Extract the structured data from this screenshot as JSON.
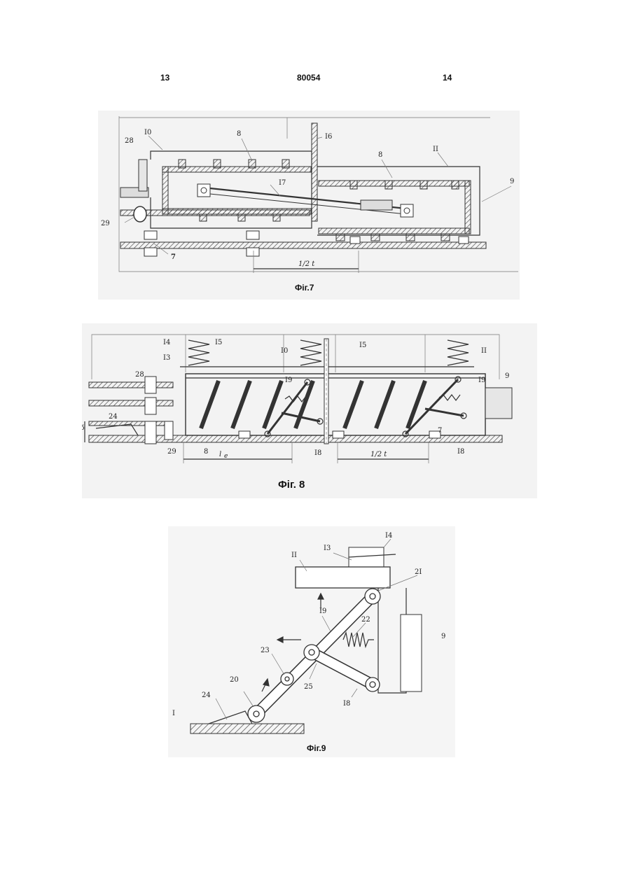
{
  "header": {
    "left": "13",
    "center": "80054",
    "right": "14"
  },
  "figures": [
    {
      "caption": "Фіг.7",
      "labels": {
        "l10": "I0",
        "l28": "28",
        "l8a": "8",
        "l16": "I6",
        "l8b": "8",
        "l11": "II",
        "l17": "I7",
        "l9": "9",
        "l29": "29",
        "l7": "7",
        "dim": "1/2 t"
      }
    },
    {
      "caption": "Фіг. 8",
      "labels": {
        "l14": "I4",
        "l15a": "I5",
        "l15b": "I5",
        "l13": "I3",
        "l10": "I0",
        "l11": "II",
        "l28": "28",
        "l19a": "I9",
        "l19b": "I9",
        "l9": "9",
        "l24": "24",
        "lh": "б",
        "l29": "29",
        "l8": "8",
        "lle": "l",
        "lle_sub": "e",
        "l18a": "I8",
        "l18b": "I8",
        "l7": "7",
        "dim": "1/2 t"
      }
    },
    {
      "caption": "Фіг.9",
      "labels": {
        "l14": "I4",
        "l13": "I3",
        "l11": "II",
        "l21": "2I",
        "l19": "I9",
        "l22": "22",
        "l9": "9",
        "l23": "23",
        "l20": "20",
        "l24": "24",
        "l1": "I",
        "l25": "25",
        "l18": "I8"
      }
    }
  ]
}
